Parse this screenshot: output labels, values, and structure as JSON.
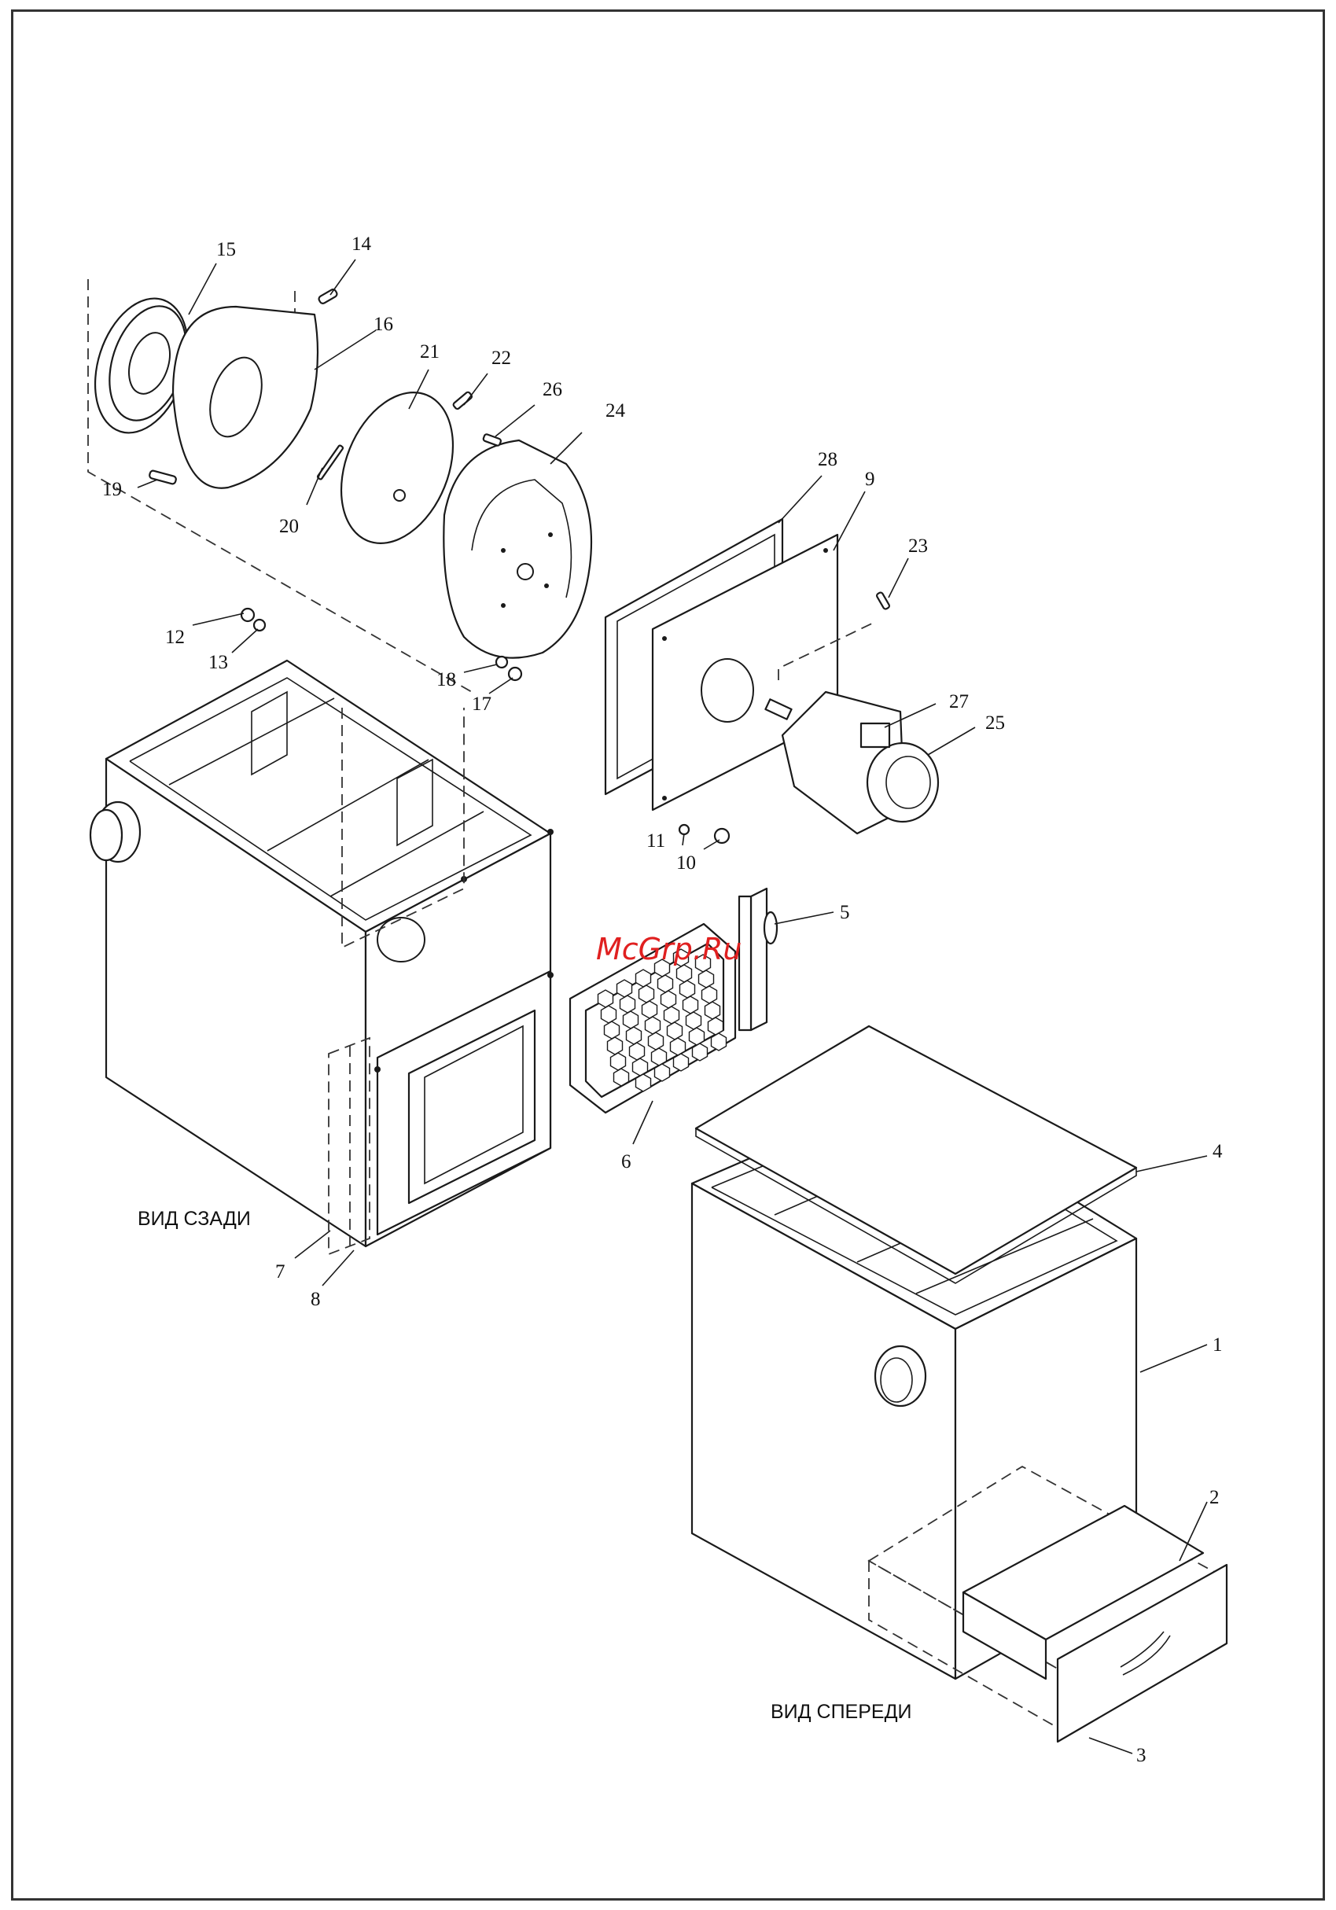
{
  "captions": {
    "rear_view": "ВИД СЗАДИ",
    "front_view": "ВИД СПЕРЕДИ"
  },
  "watermark": "McGrp.Ru",
  "callouts": {
    "p1": "1",
    "p2": "2",
    "p3": "3",
    "p4": "4",
    "p5": "5",
    "p6": "6",
    "p7": "7",
    "p8": "8",
    "p9": "9",
    "p10": "10",
    "p11": "11",
    "p12": "12",
    "p13": "13",
    "p14": "14",
    "p15": "15",
    "p16": "16",
    "p17": "17",
    "p18": "18",
    "p19": "19",
    "p20": "20",
    "p21": "21",
    "p22": "22",
    "p23": "23",
    "p24": "24",
    "p25": "25",
    "p26": "26",
    "p27": "27",
    "p28": "28"
  },
  "colors": {
    "line": "#1a1a1a",
    "watermark": "#e02020",
    "background": "#ffffff"
  }
}
